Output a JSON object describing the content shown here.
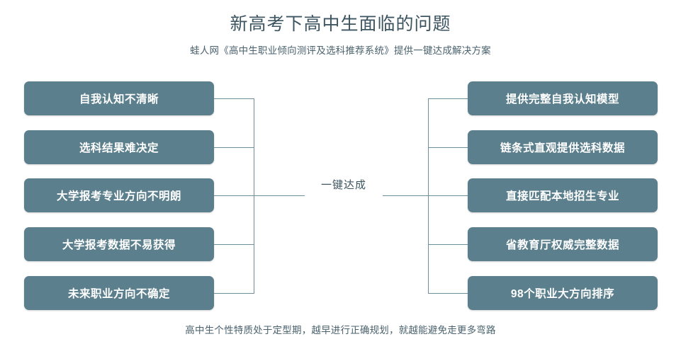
{
  "header": {
    "title": "新高考下高中生面临的问题",
    "subtitle": "蛙人网《高中生职业倾向测评及选科推荐系统》提供一键达成解决方案"
  },
  "center": {
    "label": "一键达成"
  },
  "footer": {
    "text": "高中生个性特质处于定型期，越早进行正确规划，就越能避免走更多弯路"
  },
  "colors": {
    "node_bg": "#5b7f8c",
    "node_text": "#ffffff",
    "connector": "#6d8f9b",
    "heading_text": "#3d5560"
  },
  "problems": [
    {
      "label": "自我认知不清晰"
    },
    {
      "label": "选科结果难决定"
    },
    {
      "label": "大学报考专业方向不明朗"
    },
    {
      "label": "大学报考数据不易获得"
    },
    {
      "label": "未来职业方向不确定"
    }
  ],
  "solutions": [
    {
      "label": "提供完整自我认知模型"
    },
    {
      "label": "链条式直观提供选科数据"
    },
    {
      "label": "直接匹配本地招生专业"
    },
    {
      "label": "省教育厅权威完整数据"
    },
    {
      "label": "98个职业大方向排序"
    }
  ]
}
